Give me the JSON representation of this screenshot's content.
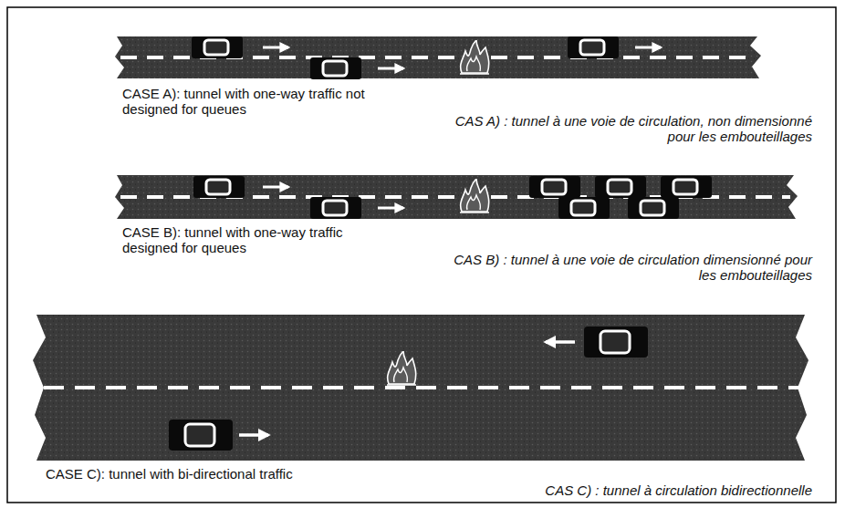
{
  "diagram": {
    "labels": [
      "CASE A): tunnel with one-way traffic not designed for queues",
      "CAS A) : tunnel à une voie de circulation, non dimensionné pour les embouteillages",
      "CASE B): tunnel with one-way traffic designed for queues",
      "CAS B) : tunnel à une voie de circulation dimensionné pour les embouteillages",
      "CASE C): tunnel with bi-directional traffic",
      "CAS C) : tunnel à circulation bidirectionnelle"
    ]
  }
}
